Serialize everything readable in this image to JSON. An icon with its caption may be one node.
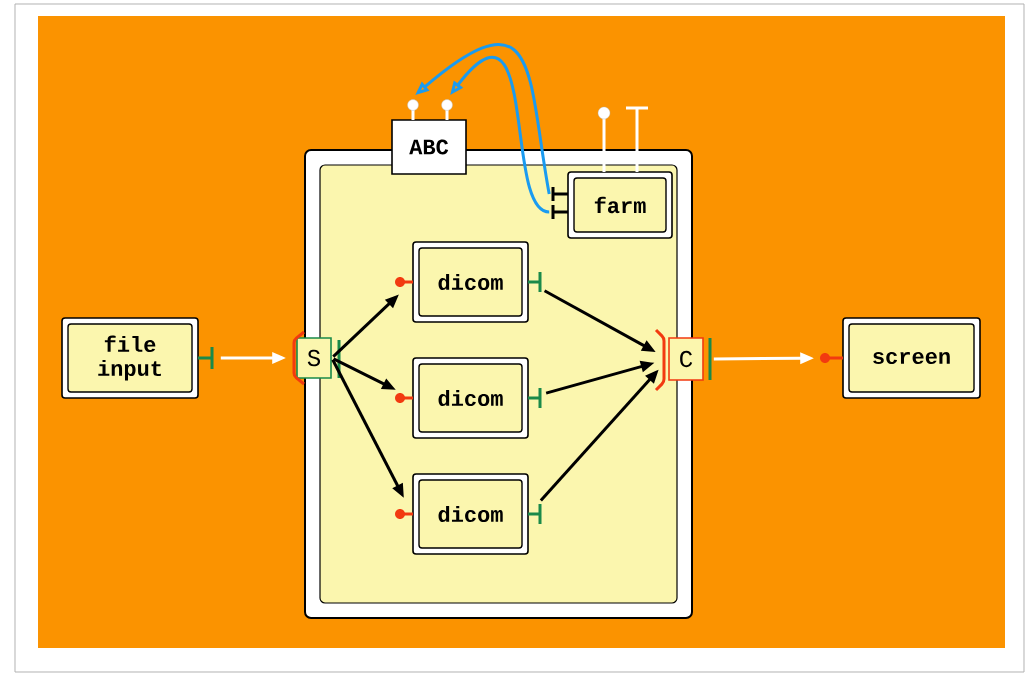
{
  "diagram": {
    "nodes": [
      {
        "text": [
          "file input"
        ]
      },
      {
        "text": [],
        "shape": "box"
      },
      {
        "text": [
          "ABC"
        ]
      },
      {
        "text": [
          "farm"
        ],
        "in": 1
      },
      {
        "text": [
          "S"
        ]
      },
      {
        "text": [
          "dicom"
        ],
        "in": 1
      },
      {
        "text": [
          "dicom"
        ],
        "in": 1
      },
      {
        "text": [
          "dicom"
        ],
        "in": 1
      },
      {
        "text": [
          "C"
        ]
      },
      {
        "text": [
          "screen"
        ]
      }
    ],
    "edges": [
      {
        "from": 0,
        "to": 4,
        "arrow": "to",
        "color": "#ffffff"
      },
      {
        "from": 4,
        "to": 5,
        "arrow": "to"
      },
      {
        "from": 4,
        "to": 6,
        "arrow": "to"
      },
      {
        "from": 4,
        "to": 7,
        "arrow": "to"
      },
      {
        "from": 5,
        "to": 8,
        "arrow": "to"
      },
      {
        "from": 6,
        "to": 8,
        "arrow": "to"
      },
      {
        "from": 7,
        "to": 8,
        "arrow": "to"
      },
      {
        "from": 8,
        "to": 9,
        "arrow": "to",
        "color": "#ffffff"
      },
      {
        "from": 3,
        "to": 2,
        "arrow": "to",
        "color": "#1a9bf0"
      },
      {
        "from": 3,
        "to": 2,
        "arrow": "to",
        "color": "#1a9bf0"
      }
    ]
  }
}
